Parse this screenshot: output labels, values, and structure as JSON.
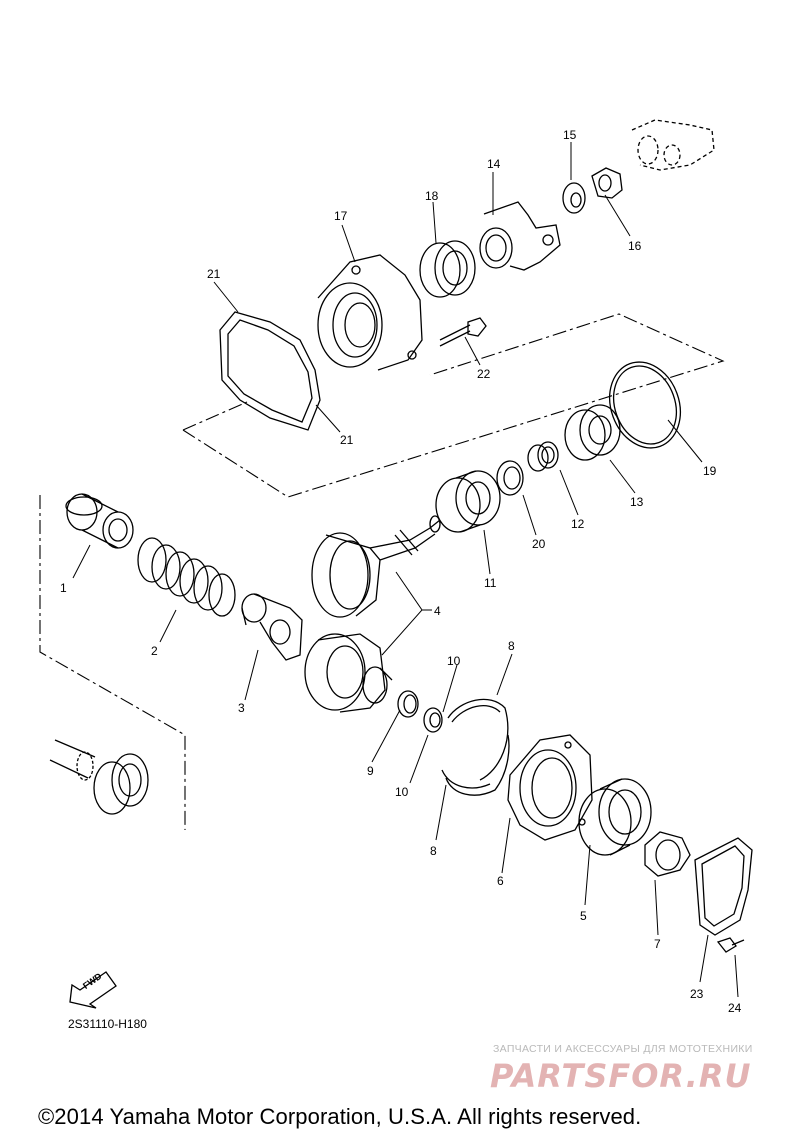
{
  "diagram": {
    "callouts": [
      {
        "id": "c1",
        "text": "1"
      },
      {
        "id": "c2",
        "text": "2"
      },
      {
        "id": "c3",
        "text": "3"
      },
      {
        "id": "c4",
        "text": "4"
      },
      {
        "id": "c5",
        "text": "5"
      },
      {
        "id": "c6",
        "text": "6"
      },
      {
        "id": "c7",
        "text": "7"
      },
      {
        "id": "c8a",
        "text": "8"
      },
      {
        "id": "c8b",
        "text": "8"
      },
      {
        "id": "c9",
        "text": "9"
      },
      {
        "id": "c10a",
        "text": "10"
      },
      {
        "id": "c10b",
        "text": "10"
      },
      {
        "id": "c11",
        "text": "11"
      },
      {
        "id": "c12",
        "text": "12"
      },
      {
        "id": "c13",
        "text": "13"
      },
      {
        "id": "c14",
        "text": "14"
      },
      {
        "id": "c15",
        "text": "15"
      },
      {
        "id": "c16",
        "text": "16"
      },
      {
        "id": "c17",
        "text": "17"
      },
      {
        "id": "c18",
        "text": "18"
      },
      {
        "id": "c19",
        "text": "19"
      },
      {
        "id": "c20",
        "text": "20"
      },
      {
        "id": "c21a",
        "text": "21"
      },
      {
        "id": "c21b",
        "text": "21"
      },
      {
        "id": "c22",
        "text": "22"
      },
      {
        "id": "c23",
        "text": "23"
      },
      {
        "id": "c24",
        "text": "24"
      }
    ],
    "fwd_label": "FWD",
    "diagram_code": "2S31110-H180"
  },
  "watermark": {
    "subtitle": "ЗАПЧАСТИ И АКСЕССУАРЫ ДЛЯ МОТОТЕХНИКИ",
    "logo": "PARTSFOR.RU"
  },
  "copyright": "©2014 Yamaha Motor Corporation, U.S.A. All rights reserved."
}
